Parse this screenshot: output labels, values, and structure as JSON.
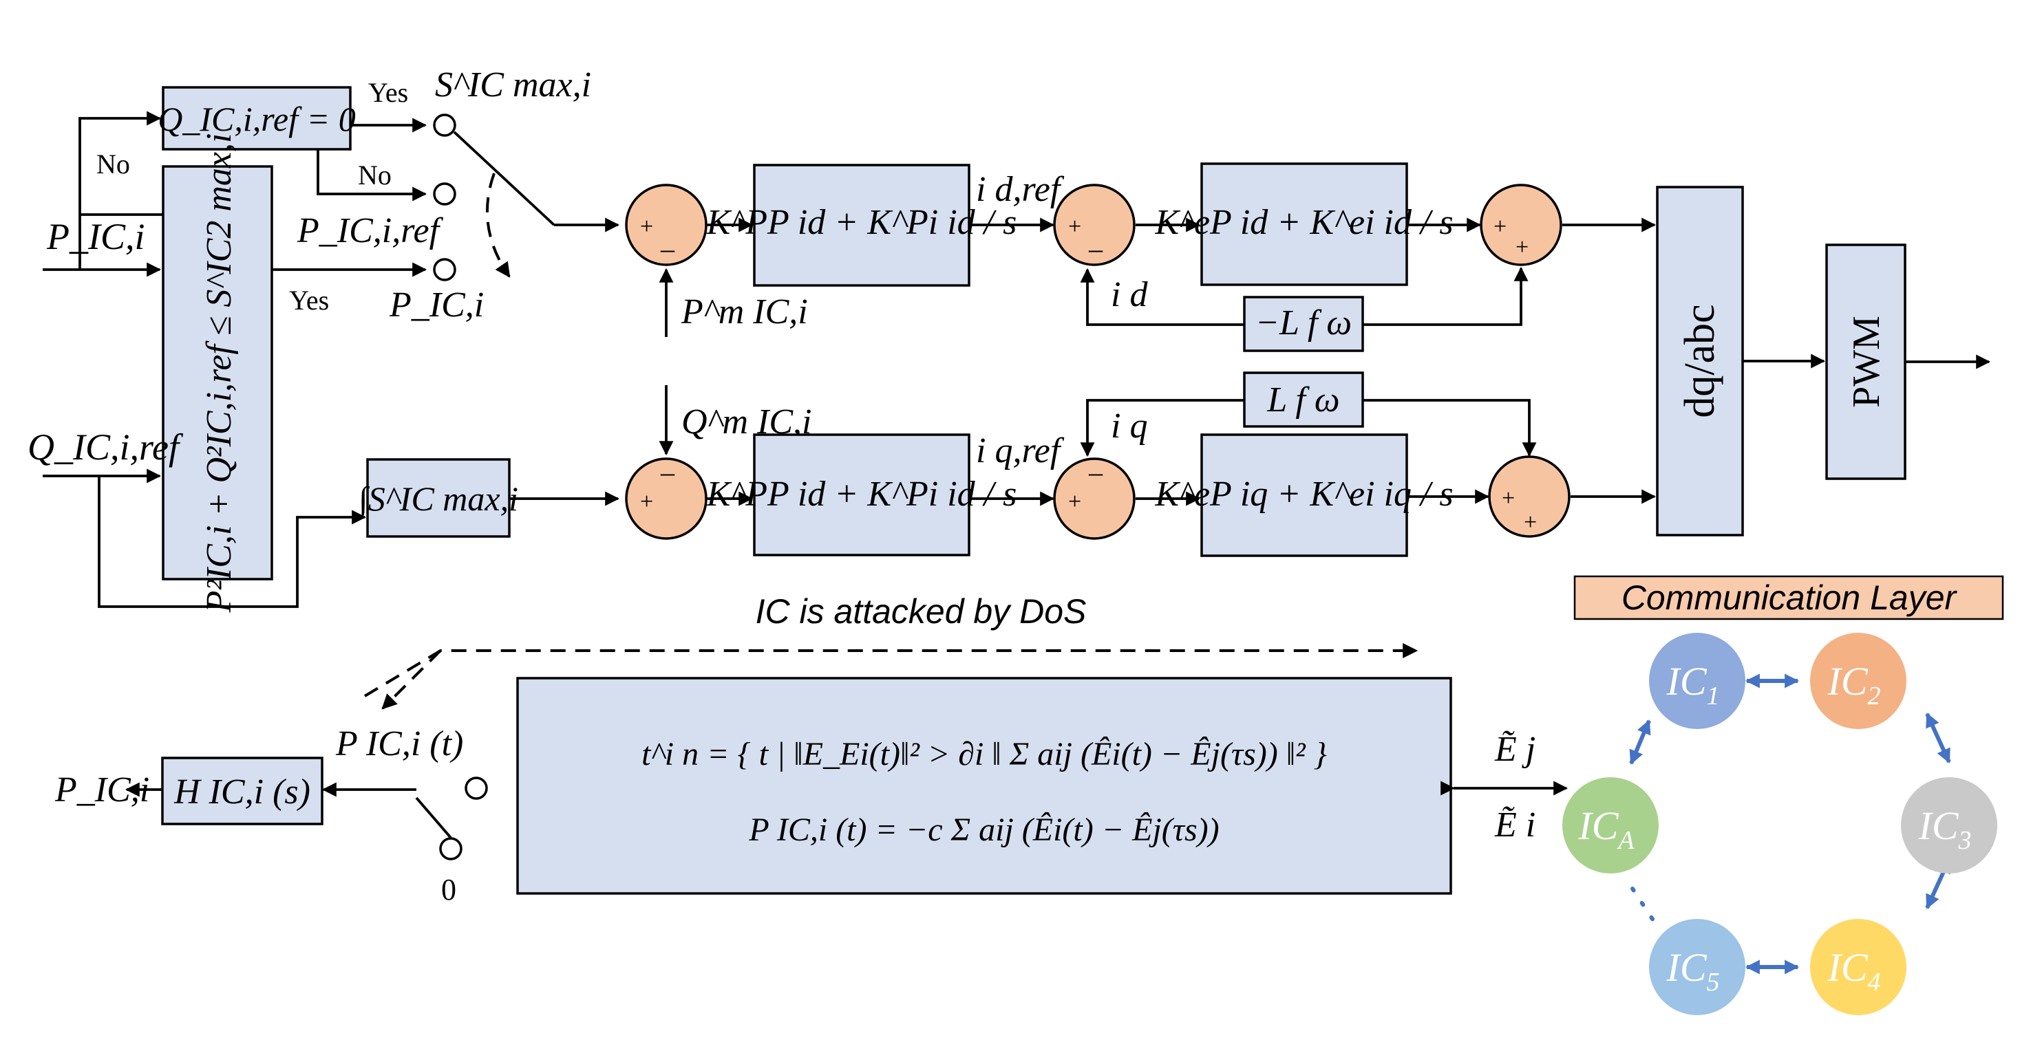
{
  "left_labels": {
    "p_in_top": "P_IC,i",
    "q_in": "Q_IC,i,ref",
    "p_out": "P_IC,i"
  },
  "decision": {
    "q_eq_zero": "Q_IC,i,ref = 0",
    "power_limit": "P²IC,i + Q²IC,i,ref ≤ S^IC2 max,i",
    "yes_top": "Yes",
    "no_left": "No",
    "no_mid": "No",
    "yes_bottom": "Yes"
  },
  "switch": {
    "s_max": "S^IC max,i",
    "p_ref": "P_IC,i,ref",
    "p_ic": "P_IC,i"
  },
  "d_axis": {
    "pi_outer": "K^PP id + K^Pi id / s",
    "ref": "i d,ref",
    "meas": "P^m IC,i",
    "feedback": "i d",
    "decoupling": "−L f ω",
    "pi_inner": "K^eP id + K^ei id / s"
  },
  "q_axis": {
    "integrator": "∫S^IC max,i",
    "meas": "Q^m IC,i",
    "pi_outer": "K^PP id + K^Pi id / s",
    "ref": "i q,ref",
    "feedback": "i q",
    "decoupling": "L f ω",
    "pi_inner": "K^eP iq + K^ei iq / s"
  },
  "blocks": {
    "dq_abc": "dq/abc",
    "pwm": "PWM"
  },
  "dos": {
    "label": "IC is attacked by DoS",
    "h_block": "H IC,i (s)",
    "p_t": "P IC,i (t)",
    "zero": "0",
    "trigger": "t^i n = { t | ‖E_Ei(t)‖² > ∂i ‖ Σ aij (Êi(t) − Êj(τs)) ‖² }",
    "control": "P IC,i (t) = −c Σ aij (Êi(t) − Êj(τs))",
    "e_j": "Ẽ j",
    "e_i": "Ẽ i"
  },
  "communication": {
    "title": "Communication Layer",
    "nodes": [
      {
        "label": "IC",
        "sub": "1",
        "color": "#8faadc"
      },
      {
        "label": "IC",
        "sub": "2",
        "color": "#f4b183"
      },
      {
        "label": "IC",
        "sub": "3",
        "color": "#c9c9c9"
      },
      {
        "label": "IC",
        "sub": "4",
        "color": "#ffd966"
      },
      {
        "label": "IC",
        "sub": "5",
        "color": "#9dc3e6"
      },
      {
        "label": "IC",
        "sub": "A",
        "color": "#a9d18e"
      }
    ],
    "title_bg": "#f8cbad",
    "link_color": "#4472c4"
  }
}
